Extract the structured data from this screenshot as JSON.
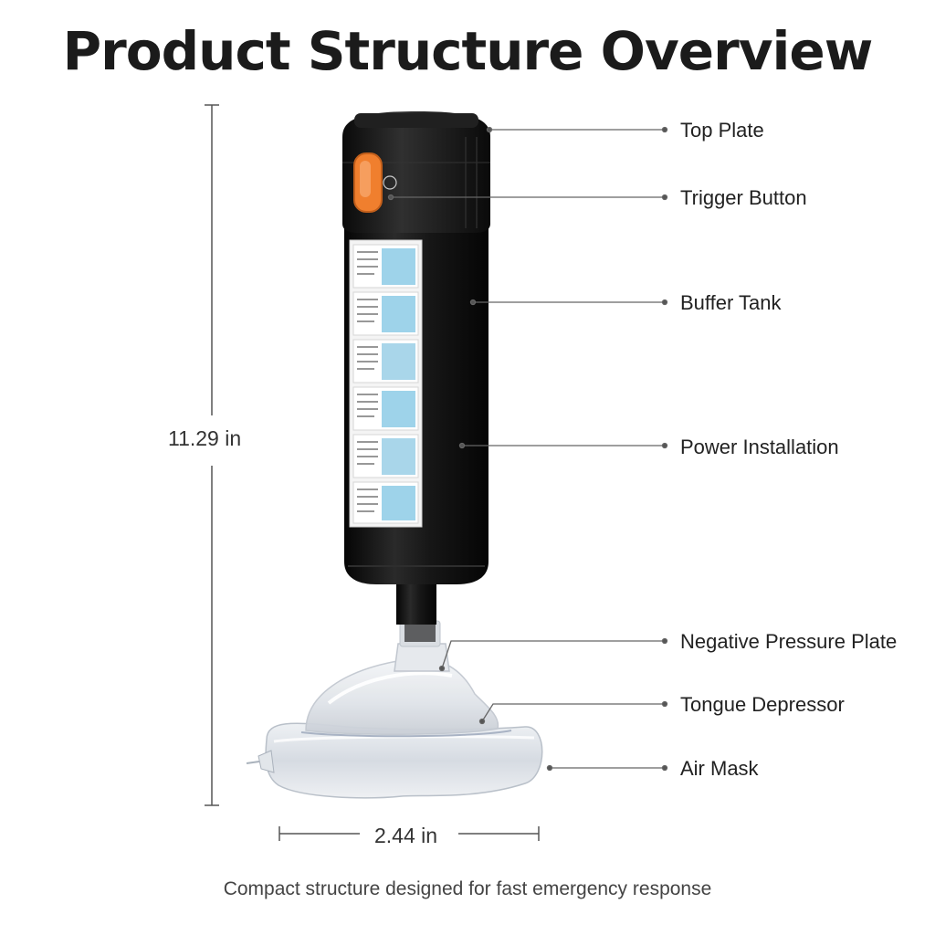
{
  "title": "Product Structure Overview",
  "labels": {
    "top_plate": "Top Plate",
    "trigger_button": "Trigger Button",
    "buffer_tank": "Buffer Tank",
    "power_installation": "Power Installation",
    "negative_pressure_plate": "Negative Pressure Plate",
    "tongue_depressor": "Tongue Depressor",
    "air_mask": "Air Mask"
  },
  "dimensions": {
    "height": "11.29 in",
    "width": "2.44 in"
  },
  "caption": "Compact structure designed for fast emergency response",
  "colors": {
    "body": "#121212",
    "trigger": "#f07f2e",
    "instruction_panel": "#f4f4f4",
    "leader_line": "#666666"
  }
}
